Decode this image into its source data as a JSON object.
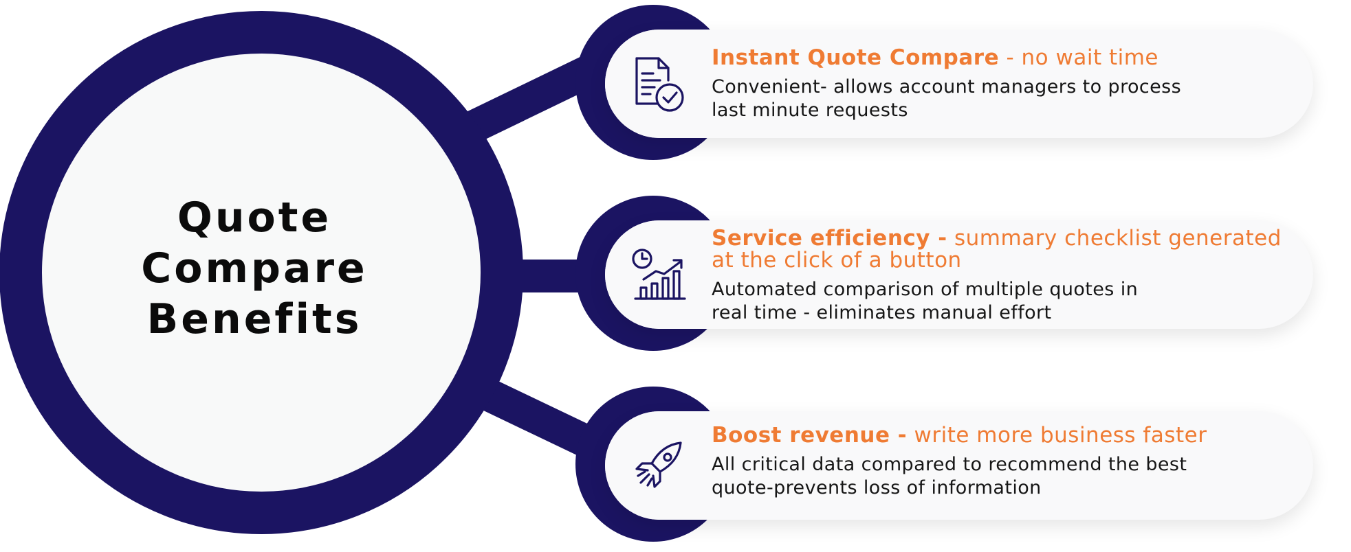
{
  "hub": {
    "title_lines": [
      "Quote",
      "Compare",
      "Benefits"
    ]
  },
  "benefits": [
    {
      "icon": "document-check-icon",
      "title": "Instant Quote Compare",
      "subtitle": "- no wait time",
      "description_lines": [
        "Convenient- allows account managers to process",
        "last minute requests"
      ]
    },
    {
      "icon": "clock-growth-chart-icon",
      "title": "Service efficiency -",
      "subtitle": "summary checklist generated at the click of a button",
      "description_lines": [
        "Automated comparison of multiple quotes in",
        "real time - eliminates manual effort"
      ]
    },
    {
      "icon": "rocket-icon",
      "title": "Boost revenue -",
      "subtitle": "write more business faster",
      "description_lines": [
        "All critical data compared to recommend the best",
        "quote-prevents loss of information"
      ]
    }
  ],
  "colors": {
    "navy": "#1b1462",
    "orange": "#ef7b33",
    "text": "#161616",
    "card": "#f9f9fa"
  }
}
